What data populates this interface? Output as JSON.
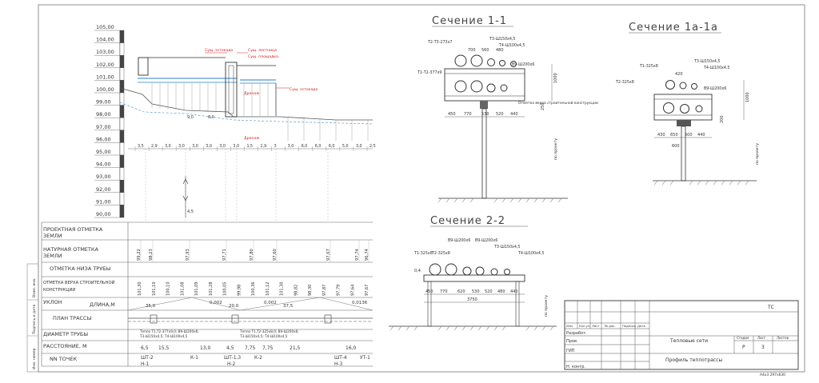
{
  "elevations": [
    "105,00",
    "104,00",
    "103,00",
    "102,00",
    "101,00",
    "100,00",
    "99,00",
    "98,00",
    "97,00",
    "96,00",
    "95,00",
    "94,00",
    "93,00",
    "92,00",
    "91,00",
    "90,00"
  ],
  "row_labels": [
    {
      "text": "ПРОЕКТНАЯ ОТМЕТКА ЗЕМЛИ"
    },
    {
      "text": "НАТУРНАЯ ОТМЕТКА ЗЕМЛИ"
    },
    {
      "text": "ОТМЕТКА НИЗА ТРУБЫ"
    },
    {
      "text": "ОТМЕТКА ВЕРХА СТРОИТЕЛЬНОЙ КОНСТРУКЦИИ"
    },
    {
      "text": "УКЛОН"
    },
    {
      "text": "ДЛИНА,М"
    },
    {
      "text": "ПЛАН ТРАССЫ"
    },
    {
      "text": "ДИАМЕТР ТРУБЫ"
    },
    {
      "text": "РАССТОЯНИЕ, М"
    },
    {
      "text": "NN ТОЧЕК"
    }
  ],
  "side_stamp": [
    "Инв. номер",
    "Подпись и дата",
    "Взам. инв."
  ],
  "natural_marks": [
    "99,22",
    "98,23",
    "97,93",
    "97,71",
    "97,80",
    "97,60",
    "97,67",
    "97,74",
    "96,74"
  ],
  "pipe_bottom_marks": [
    "101,30",
    "101,10",
    "100,10",
    "101,08",
    "101,09",
    "101,28",
    "100,05",
    "99,98",
    "100,36",
    "101,12",
    "101,30",
    "98,82",
    "98,30",
    "97,87",
    "97,79",
    "97,64",
    "97,67"
  ],
  "distances_top": [
    "3,5",
    "2,9",
    "3,0",
    "3,0",
    "3,0",
    "3,0",
    "3,0",
    "3,0",
    "1,5",
    "2,9",
    "3",
    "3,0",
    "6,0",
    "6,0",
    "6,0",
    "5,0",
    "3,0",
    "2,5"
  ],
  "slopes": [
    "35,0",
    "0,002",
    "20,0",
    "0,002",
    "37,5",
    "0,0136"
  ],
  "spec_texts": [
    "Тепло Т1,Т2-377х9,0; В9-Ш200х6;",
    "Т3-Ш150х4,5; Т4-Ш100х4,5",
    "Тепло Т1,Т2-325х8,0; В9-Ш200х6;",
    "Т3-Ш150х4,5; Т4-Ш100х4,5"
  ],
  "distances_bottom": [
    "6,5",
    "15,5",
    "13,0",
    "4,5",
    "7,75",
    "7,75",
    "21,5",
    "16,0"
  ],
  "points": [
    "ШТ-2",
    "Н-1",
    "К-1",
    "ШТ-1,3",
    "Н-2",
    "К-2",
    "ШТ-4",
    "Н-3",
    "УТ-1"
  ],
  "profile_annotations": [
    "Сущ. эстокадо",
    "Сущ. лестница",
    "Сущ. площадка",
    "Сущ. эстокадо",
    "Дренаж",
    "Дренаж",
    "4,5",
    "9,0",
    "8,0"
  ],
  "section_1": {
    "title": "Сечение 1-1",
    "pipes": [
      "Т1-Т2-377х9",
      "Т2-Т3-273х7",
      "Т3-Ш150х4,5",
      "Т4-Ш100х4,5",
      "В9-Ш200х6"
    ],
    "dims": [
      "450",
      "770",
      "530",
      "520",
      "440",
      "1000",
      "700",
      "560",
      "480",
      "250"
    ],
    "note": "Отметка верха строительной конструкции",
    "grade": "по проекту"
  },
  "section_1a": {
    "title": "Сечение 1а-1а",
    "pipes": [
      "Т1-325х8",
      "Т2-325х8",
      "Т3-Ш150х4,5",
      "Т4-Ш100х4,5",
      "В9-Ш200х6"
    ],
    "dims": [
      "430",
      "650",
      "500",
      "440",
      "600",
      "420",
      "1000",
      "200"
    ],
    "grade": "по проекту"
  },
  "section_2": {
    "title": "Сечение 2-2",
    "pipes": [
      "Т1-325х8",
      "Т2-325х8",
      "В9-Ш200х6",
      "В9-Ш200х6",
      "Т3-Ш150х4,5",
      "Т4-Ш100х4,5"
    ],
    "dims": [
      "450",
      "770",
      "620",
      "530",
      "520",
      "480",
      "440",
      "3750",
      "0,4"
    ],
    "grade": "по проекту"
  },
  "title_block": {
    "org": "ТС",
    "headers": [
      "Изм.",
      "Кол.уч.",
      "Лист",
      "№ док.",
      "Подпись",
      "Дата"
    ],
    "roles": [
      "Разработ.",
      "Пров.",
      "ГИП",
      "Н. контр."
    ],
    "project": "Тепловые сети",
    "drawing": "Профиль теплотрассы",
    "stage_label": "Стадия",
    "sheet_label": "Лист",
    "sheets_label": "Листов",
    "stage": "Р",
    "sheet": "3",
    "sheets": "",
    "format": "А4х3 297х630"
  }
}
